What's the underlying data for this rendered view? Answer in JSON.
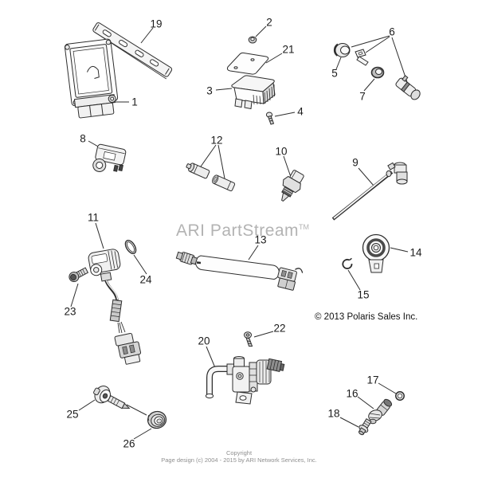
{
  "watermark": {
    "text": "ARI PartStream",
    "tm": "TM",
    "color": "#b3b3b3"
  },
  "diagram_copyright": "© 2013 Polaris Sales Inc.",
  "footer": {
    "line1": "Copyright",
    "line2": "Page design (c) 2004 - 2015 by ARI Network Services, Inc."
  },
  "callouts": [
    "1",
    "2",
    "3",
    "4",
    "5",
    "6",
    "7",
    "8",
    "9",
    "10",
    "11",
    "12",
    "13",
    "14",
    "15",
    "16",
    "17",
    "18",
    "19",
    "20",
    "21",
    "22",
    "23",
    "24",
    "25",
    "26"
  ],
  "colors": {
    "line_art": "#2d2d2d",
    "callout_text": "#1b1b1b",
    "watermark": "#b3b3b3",
    "footer_text": "#8f8f8f",
    "background": "#ffffff"
  }
}
